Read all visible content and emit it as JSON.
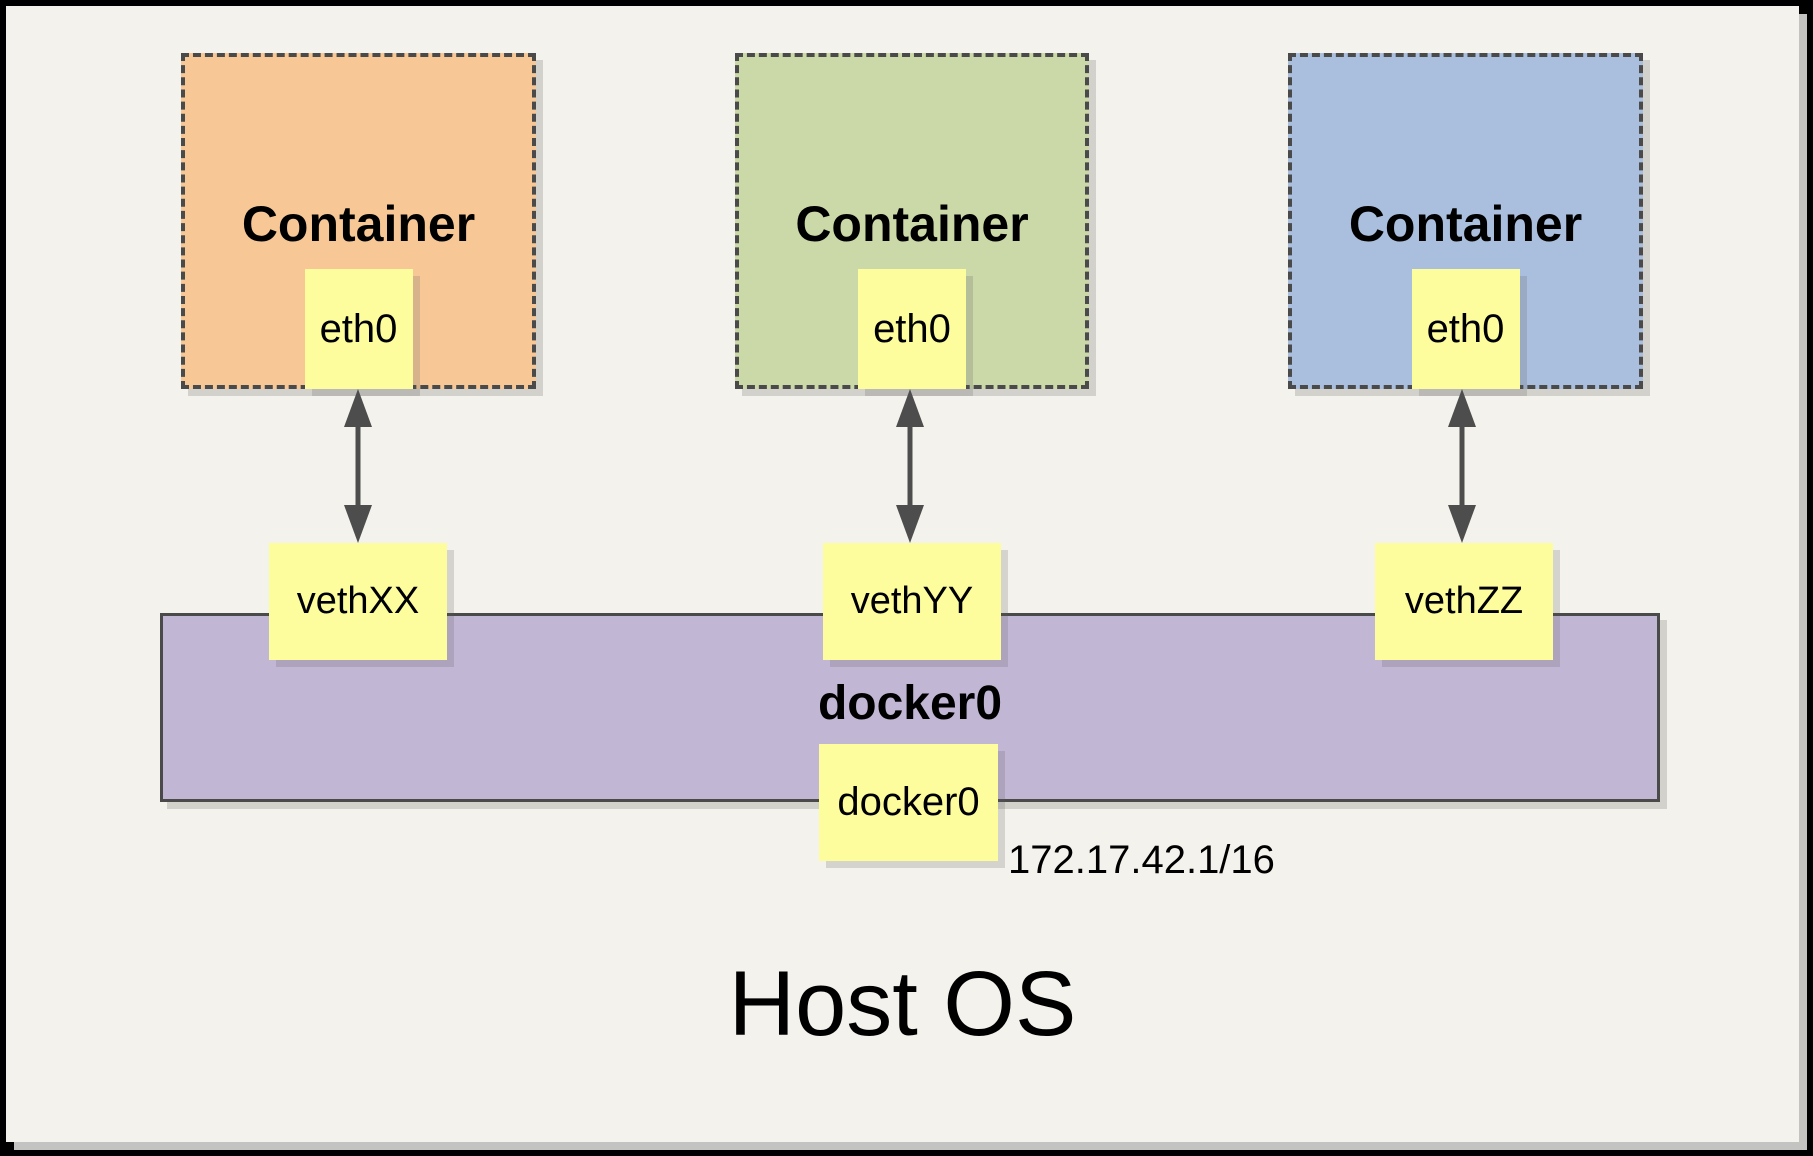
{
  "diagram": {
    "containers": [
      {
        "title": "Container",
        "eth_label": "eth0",
        "veth_label": "vethXX",
        "fill": "#F7C896"
      },
      {
        "title": "Container",
        "eth_label": "eth0",
        "veth_label": "vethYY",
        "fill": "#CBD8A8"
      },
      {
        "title": "Container",
        "eth_label": "eth0",
        "veth_label": "vethZZ",
        "fill": "#AABFDD"
      }
    ],
    "bridge": {
      "title": "docker0",
      "interface_label": "docker0",
      "ip": "172.17.42.1/16",
      "fill": "#C2B6D5"
    },
    "host_label": "Host OS",
    "colors": {
      "canvas_background": "#F4F2EC",
      "note_fill": "#FDFD9E",
      "arrow": "#4D4D4D",
      "dashed_border": "#4A4A4A",
      "outer_border": "#000000"
    }
  }
}
